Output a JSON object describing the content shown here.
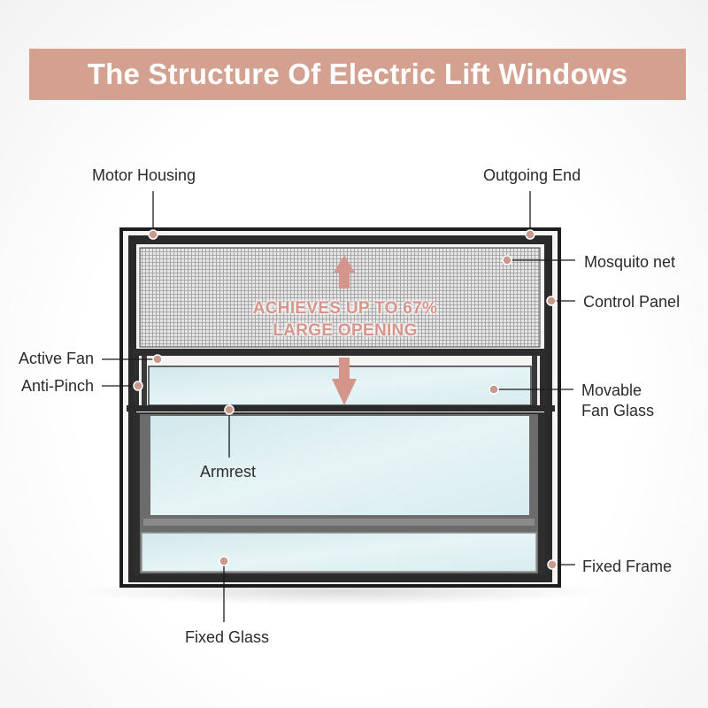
{
  "header": {
    "title": "The Structure Of Electric Lift Windows",
    "banner_color": "#d4a08f"
  },
  "colors": {
    "frame": "#1e1e1e",
    "accent": "#d6958a",
    "dot": "#c9998b",
    "glass": "#dceef0",
    "leader_line": "#1a1a1a"
  },
  "opening": {
    "line1": "ACHIEVES UP TO 67%",
    "line2": "LARGE OPENING",
    "percent": 67
  },
  "labels": {
    "motor_housing": "Motor Housing",
    "outgoing_end": "Outgoing End",
    "mosquito_net": "Mosquito net",
    "control_panel": "Control Panel",
    "active_fan": "Active Fan",
    "anti_pinch": "Anti-Pinch",
    "movable_fan_glass_1": "Movable",
    "movable_fan_glass_2": "Fan Glass",
    "armrest": "Armrest",
    "fixed_frame": "Fixed Frame",
    "fixed_glass": "Fixed Glass"
  }
}
